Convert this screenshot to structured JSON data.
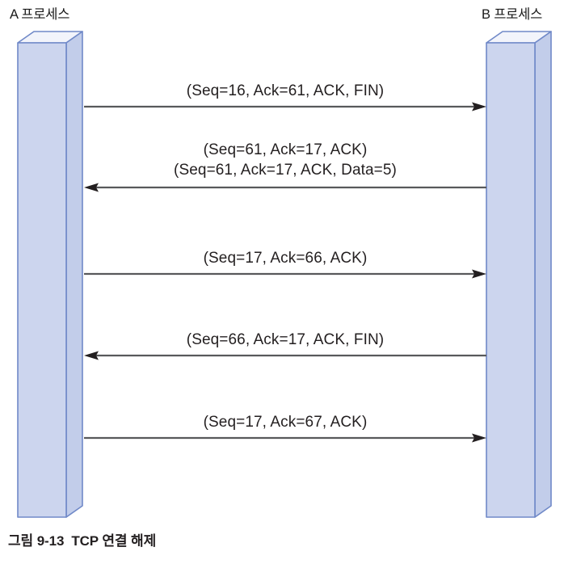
{
  "figure": {
    "participants": [
      {
        "id": "a",
        "label": "A 프로세스"
      },
      {
        "id": "b",
        "label": "B 프로세스"
      }
    ],
    "messages": [
      {
        "direction": "right",
        "lines": [
          "(Seq=16, Ack=61, ACK, FIN)"
        ]
      },
      {
        "direction": "left",
        "lines": [
          "(Seq=61, Ack=17, ACK)",
          "(Seq=61, Ack=17, ACK, Data=5)"
        ]
      },
      {
        "direction": "right",
        "lines": [
          "(Seq=17, Ack=66, ACK)"
        ]
      },
      {
        "direction": "left",
        "lines": [
          "(Seq=66, Ack=17, ACK, FIN)"
        ]
      },
      {
        "direction": "right",
        "lines": [
          "(Seq=17, Ack=67, ACK)"
        ]
      }
    ],
    "caption": {
      "number": "그림 9-13",
      "title": "TCP 연결 해제"
    },
    "colors": {
      "box_front": "#ccd5ee",
      "box_side": "#c2cdea",
      "box_top": "#f2f4fb",
      "box_outline": "#7089c8",
      "arrow": "#58595b",
      "text": "#231f20"
    }
  }
}
